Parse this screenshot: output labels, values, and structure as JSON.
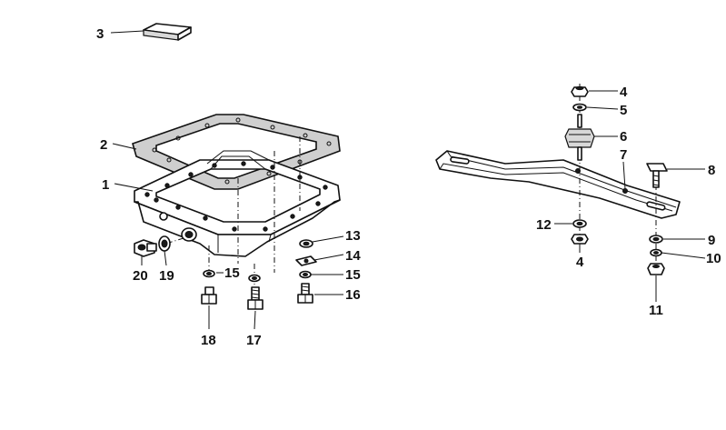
{
  "callouts": [
    {
      "id": "c3",
      "text": "3"
    },
    {
      "id": "c2",
      "text": "2"
    },
    {
      "id": "c1",
      "text": "1"
    },
    {
      "id": "c20",
      "text": "20"
    },
    {
      "id": "c19",
      "text": "19"
    },
    {
      "id": "c15a",
      "text": "15"
    },
    {
      "id": "c18",
      "text": "18"
    },
    {
      "id": "c17",
      "text": "17"
    },
    {
      "id": "c13",
      "text": "13"
    },
    {
      "id": "c14",
      "text": "14"
    },
    {
      "id": "c15b",
      "text": "15"
    },
    {
      "id": "c16",
      "text": "16"
    },
    {
      "id": "c4a",
      "text": "4"
    },
    {
      "id": "c5",
      "text": "5"
    },
    {
      "id": "c6",
      "text": "6"
    },
    {
      "id": "c7",
      "text": "7"
    },
    {
      "id": "c8",
      "text": "8"
    },
    {
      "id": "c12",
      "text": "12"
    },
    {
      "id": "c4b",
      "text": "4"
    },
    {
      "id": "c9",
      "text": "9"
    },
    {
      "id": "c10",
      "text": "10"
    },
    {
      "id": "c11",
      "text": "11"
    }
  ]
}
